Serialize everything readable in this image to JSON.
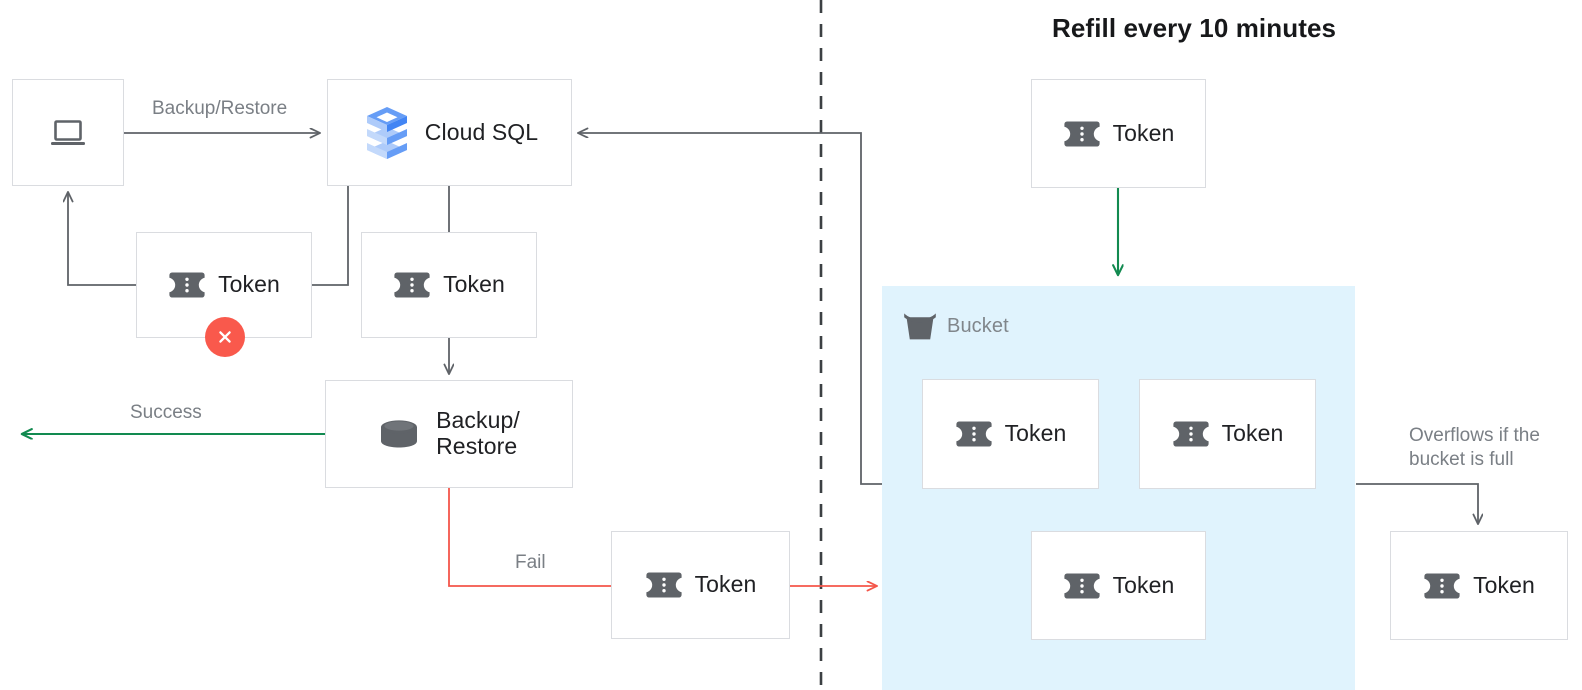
{
  "title": "Refill every 10 minutes",
  "colors": {
    "wire_gray": "#5f6368",
    "wire_green": "#128a50",
    "wire_red": "#f4564a",
    "box_border": "#dadce0",
    "bucket_fill": "#e0f3fd",
    "error_red": "#f9594c",
    "label_gray": "#7a7f85",
    "text_dark": "#202124"
  },
  "nodes": {
    "client": {
      "label": "",
      "icon": "laptop-icon"
    },
    "cloud_sql": {
      "label": "Cloud SQL",
      "icon": "cloud-sql-icon"
    },
    "token_client": {
      "label": "Token",
      "icon": "token-icon"
    },
    "token_sql": {
      "label": "Token",
      "icon": "token-icon"
    },
    "backup_restore": {
      "label": "Backup/\nRestore",
      "icon": "database-icon"
    },
    "token_fail": {
      "label": "Token",
      "icon": "token-icon"
    },
    "token_refill": {
      "label": "Token",
      "icon": "token-icon"
    },
    "token_bucket_1": {
      "label": "Token",
      "icon": "token-icon"
    },
    "token_bucket_2": {
      "label": "Token",
      "icon": "token-icon"
    },
    "token_bucket_3": {
      "label": "Token",
      "icon": "token-icon"
    },
    "token_overflow": {
      "label": "Token",
      "icon": "token-icon"
    }
  },
  "bucket": {
    "label": "Bucket",
    "icon": "bucket-icon"
  },
  "edges": {
    "backup_restore": "Backup/Restore",
    "success": "Success",
    "fail": "Fail",
    "overflow": "Overflows if the\nbucket is full"
  },
  "badges": {
    "error": "error-x-icon"
  }
}
